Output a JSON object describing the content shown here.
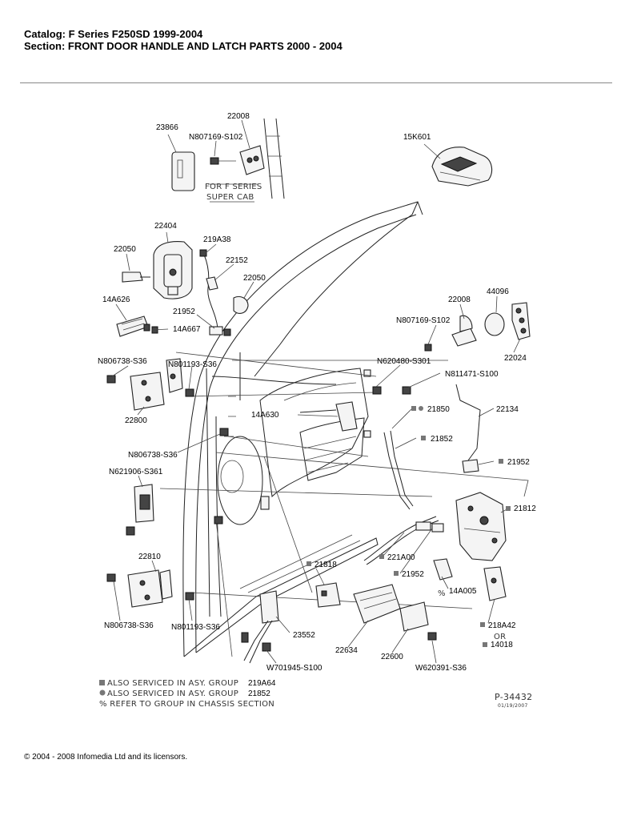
{
  "header": {
    "catalog": "Catalog: F Series F250SD 1999-2004",
    "section": "Section: FRONT DOOR HANDLE AND LATCH PARTS 2000 - 2004"
  },
  "diagram": {
    "inset_note": [
      "FOR F SERIES",
      "SUPER CAB"
    ],
    "part_labels": {
      "p23866": "23866",
      "p22008a": "22008",
      "pN807169a": "N807169-S102",
      "p15K601": "15K601",
      "p22404": "22404",
      "p219A38": "219A38",
      "p22050a": "22050",
      "p22152": "22152",
      "p22050b": "22050",
      "p14A626": "14A626",
      "p21952a": "21952",
      "p14A667": "14A667",
      "p22008b": "22008",
      "p44096": "44096",
      "pN807169b": "N807169-S102",
      "p22024": "22024",
      "pN806738a": "N806738-S36",
      "pN801193a": "N801193-S36",
      "pN620480": "N620480-S301",
      "pN811471": "N811471-S100",
      "p22800": "22800",
      "p14A630": "14A630",
      "p21850": "21850",
      "p22134": "22134",
      "p21852": "21852",
      "pN806738b": "N806738-S36",
      "p21952b": "21952",
      "pN621906": "N621906-S361",
      "p21812": "21812",
      "p22810": "22810",
      "p221A00": "221A00",
      "p21818": "21818",
      "p21952c": "21952",
      "p14A005": "14A005",
      "pN806738c": "N806738-S36",
      "pN801193b": "N801193-S36",
      "p23552": "23552",
      "p218A42": "218A42",
      "pOR": "OR",
      "p14018": "14018",
      "p22634": "22634",
      "p22600": "22600",
      "pW701945": "W701945-S100",
      "pW620391": "W620391-S36"
    },
    "legend": {
      "line1": "ALSO SERVICED IN ASY. GROUP",
      "line1_code": "219A64",
      "line2": "ALSO SERVICED IN ASY. GROUP",
      "line2_code": "21852",
      "line3": "% REFER TO GROUP IN CHASSIS SECTION"
    },
    "drawing_number": "P-34432",
    "drawing_date": "01/19/2007"
  },
  "footer": {
    "copyright": "© 2004 - 2008 Infomedia Ltd and its licensors."
  }
}
